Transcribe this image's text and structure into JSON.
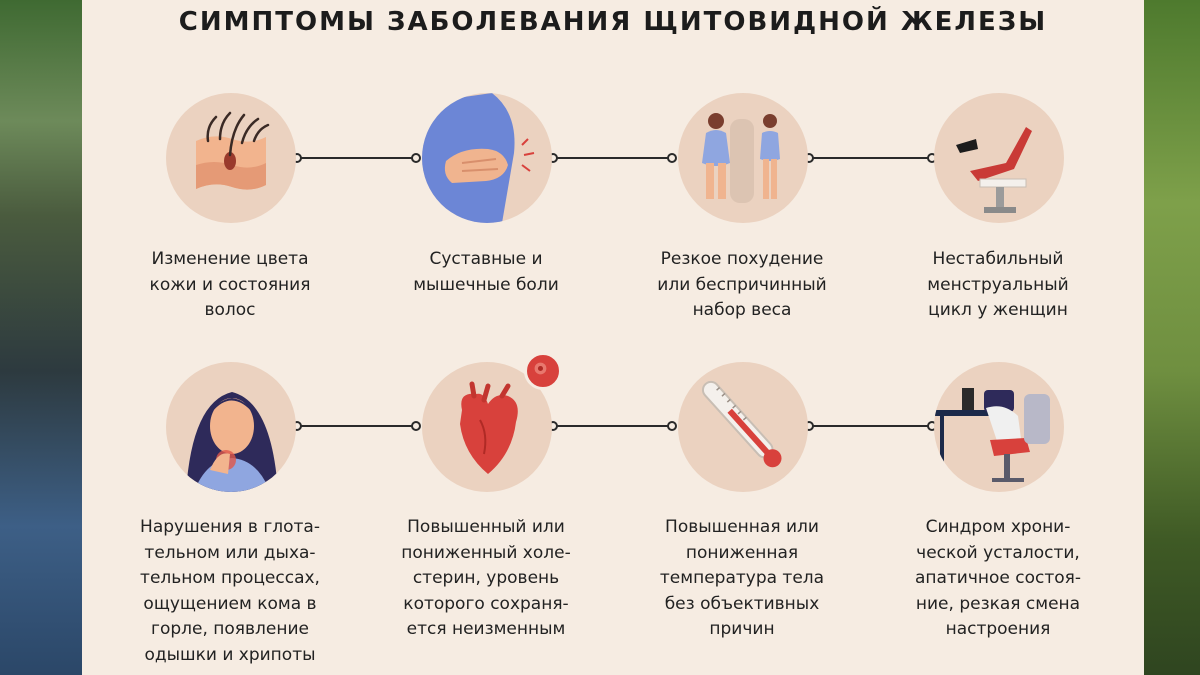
{
  "title": "СИМПТОМЫ ЗАБОЛЕВАНИЯ ЩИТОВИДНОЙ ЖЕЛЕЗЫ",
  "symptoms": [
    {
      "icon": "skin-hair-icon",
      "lines": [
        "Изменение цвета",
        "кожи и состояния",
        "волос"
      ]
    },
    {
      "icon": "joint-pain-icon",
      "lines": [
        "Суставные и",
        "мышечные боли"
      ]
    },
    {
      "icon": "weight-change-icon",
      "lines": [
        "Резкое похудение",
        "или беспричинный",
        "набор веса"
      ]
    },
    {
      "icon": "gyn-chair-icon",
      "lines": [
        "Нестабильный",
        "менструальный",
        "цикл у женщин"
      ]
    },
    {
      "icon": "throat-woman-icon",
      "lines": [
        "Нарушения в глота-",
        "тельном или дыха-",
        "тельном процессах,",
        "ощущением кома в",
        "горле, появление",
        "одышки и хрипоты"
      ]
    },
    {
      "icon": "heart-cholesterol-icon",
      "lines": [
        "Повышенный или",
        "пониженный холе-",
        "стерин, уровень",
        "которого сохраня-",
        "ется неизменным"
      ]
    },
    {
      "icon": "thermometer-icon",
      "lines": [
        "Повышенная или",
        "пониженная",
        "температура тела",
        "без объективных",
        "причин"
      ]
    },
    {
      "icon": "fatigue-icon",
      "lines": [
        "Синдром хрони-",
        "ческой усталости,",
        "апатичное состоя-",
        "ние, резкая смена",
        "настроения"
      ]
    }
  ],
  "colors": {
    "panel": "#f6ece2",
    "circle": "#ebd2c0",
    "accent_red": "#d8413c",
    "text": "#222222"
  }
}
